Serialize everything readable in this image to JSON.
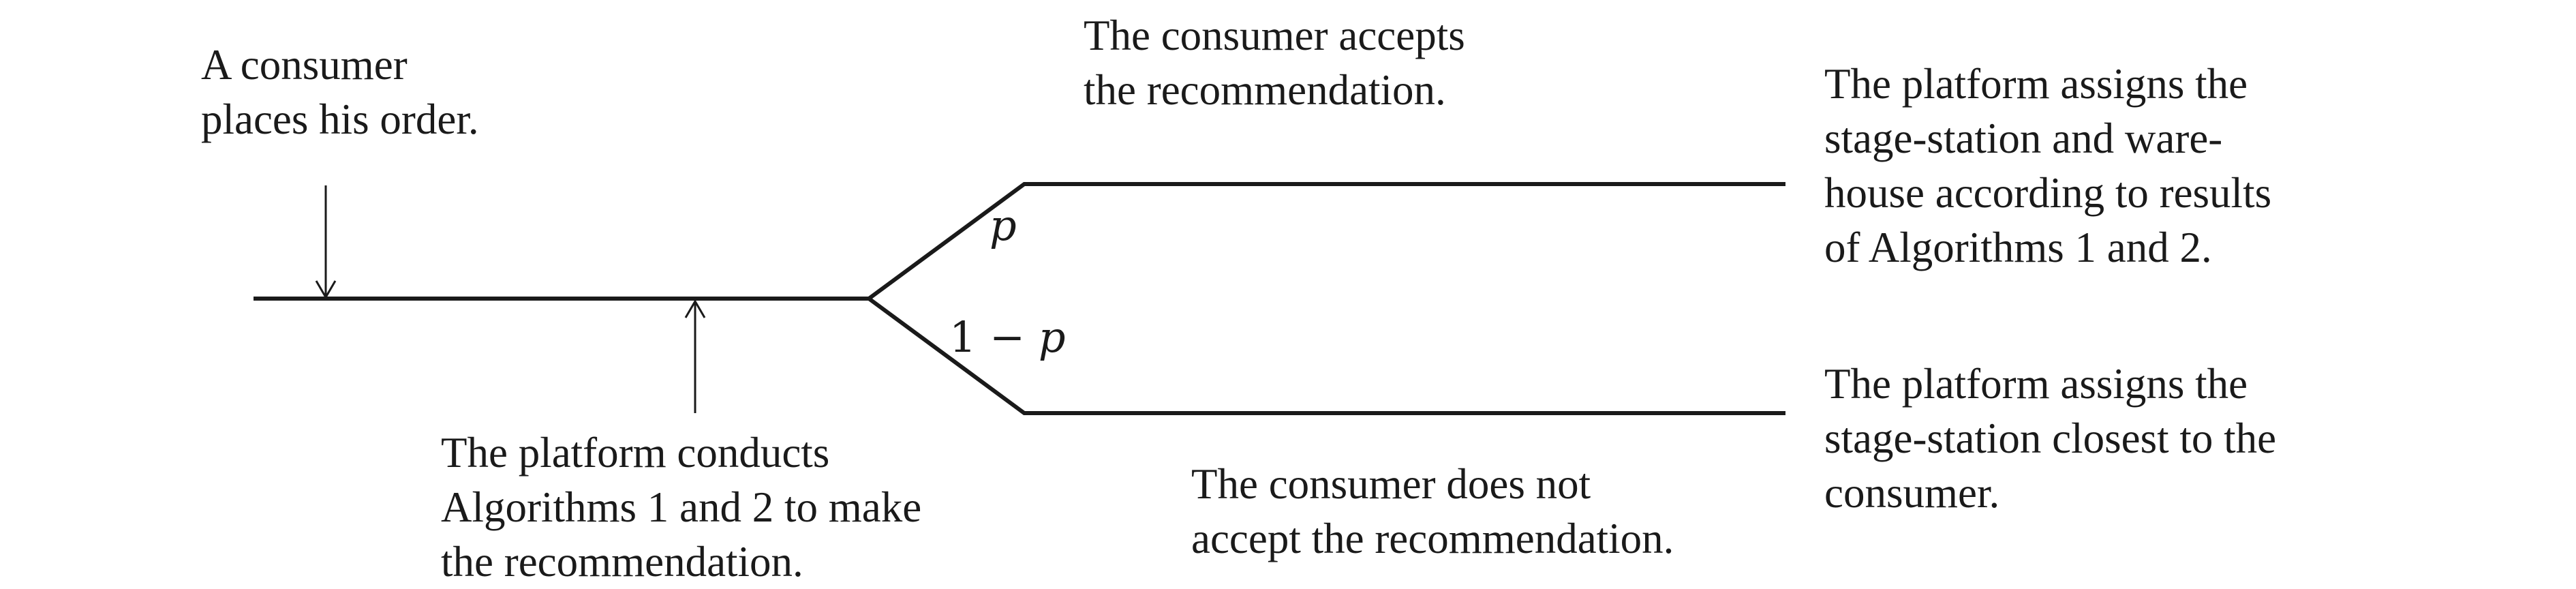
{
  "labels": {
    "order": [
      "A consumer",
      "places his order."
    ],
    "conduct": [
      "The platform conducts",
      "Algorithms 1 and 2 to make",
      "the recommendation."
    ],
    "accepts": [
      "The consumer accepts",
      "the recommendation."
    ],
    "not_accepts": [
      "The consumer does not",
      "accept the recommendation."
    ],
    "assign_upper": [
      "The platform assigns the",
      "stage-station and ware-",
      "house according to results",
      "of Algorithms 1 and 2."
    ],
    "assign_lower": [
      "The platform assigns the",
      "stage-station closest to the",
      "consumer."
    ]
  },
  "branch_labels": {
    "upper_prob": "p",
    "lower_prob_prefix": "1 − ",
    "lower_prob_var": "p"
  },
  "colors": {
    "line": "#1a1a1a",
    "text": "#1a1a1a",
    "background": "#ffffff"
  }
}
